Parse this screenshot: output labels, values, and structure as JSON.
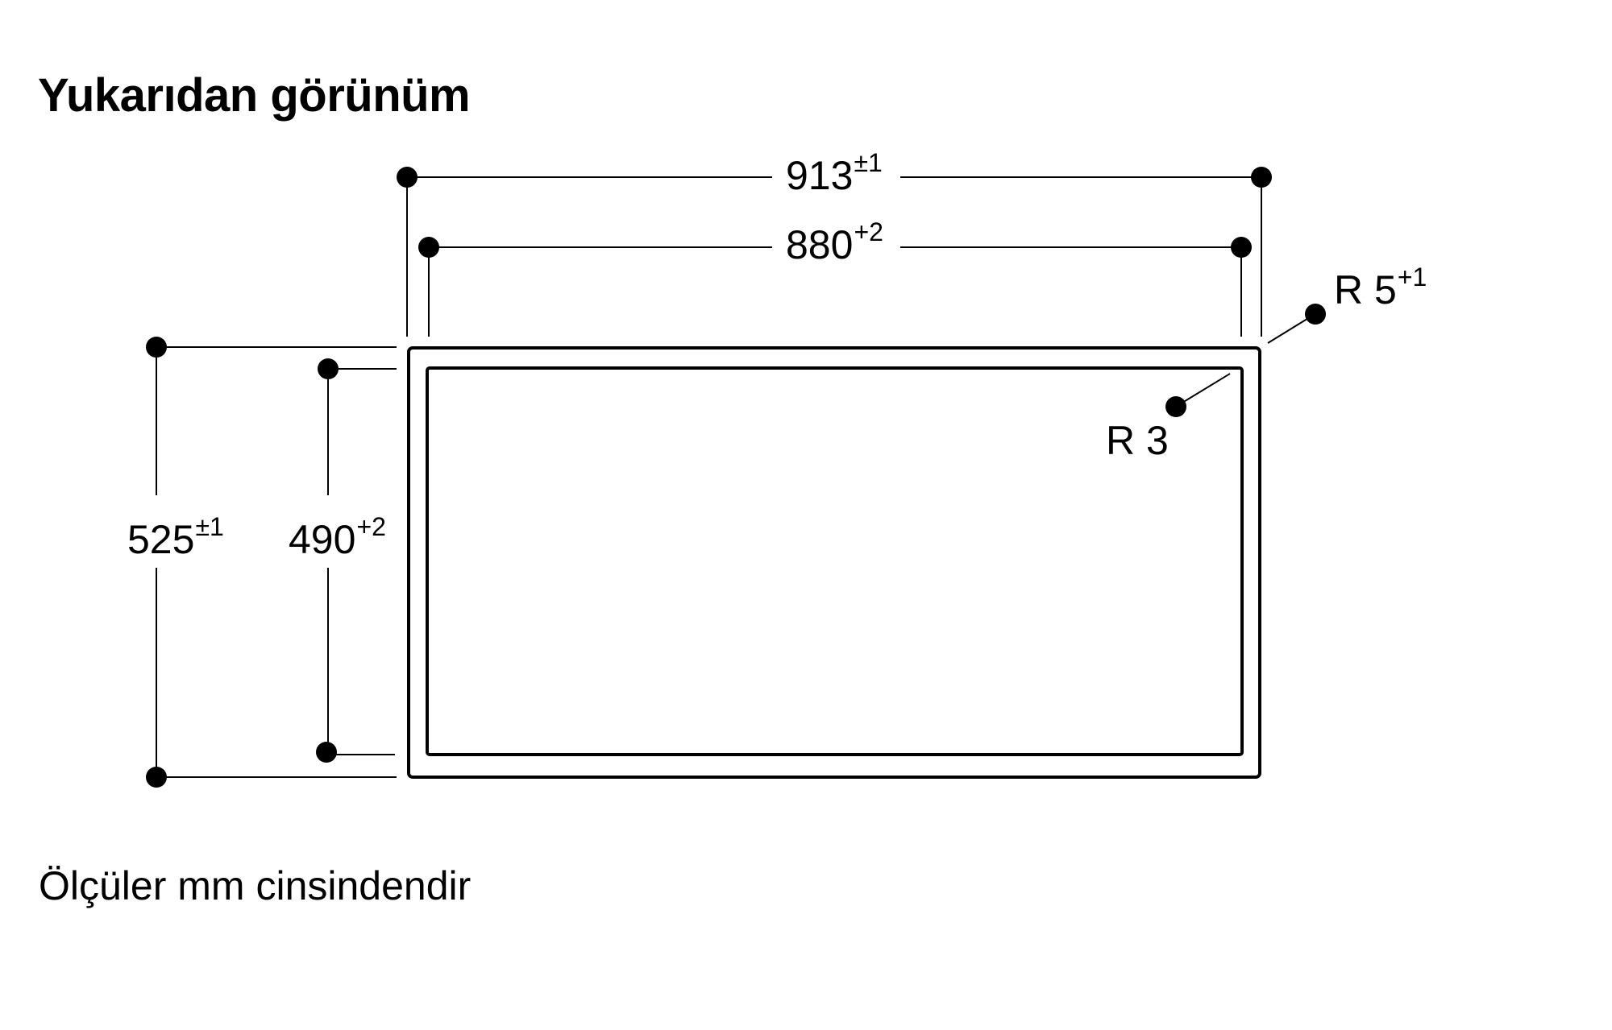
{
  "title": "Yukarıdan görünüm",
  "footer_note": "Ölçüler mm cinsindendir",
  "dimensions": {
    "outer_width": {
      "value": "913",
      "tolerance": "±1"
    },
    "inner_width": {
      "value": "880",
      "tolerance": "+2"
    },
    "outer_depth": {
      "value": "525",
      "tolerance": "±1"
    },
    "inner_depth": {
      "value": "490",
      "tolerance": "+2"
    },
    "outer_radius": {
      "value": "R 5",
      "tolerance": "+1"
    },
    "inner_radius": {
      "value": "R 3",
      "tolerance": ""
    }
  },
  "units": "mm",
  "colors": {
    "stroke": "#000000",
    "background": "#ffffff"
  }
}
